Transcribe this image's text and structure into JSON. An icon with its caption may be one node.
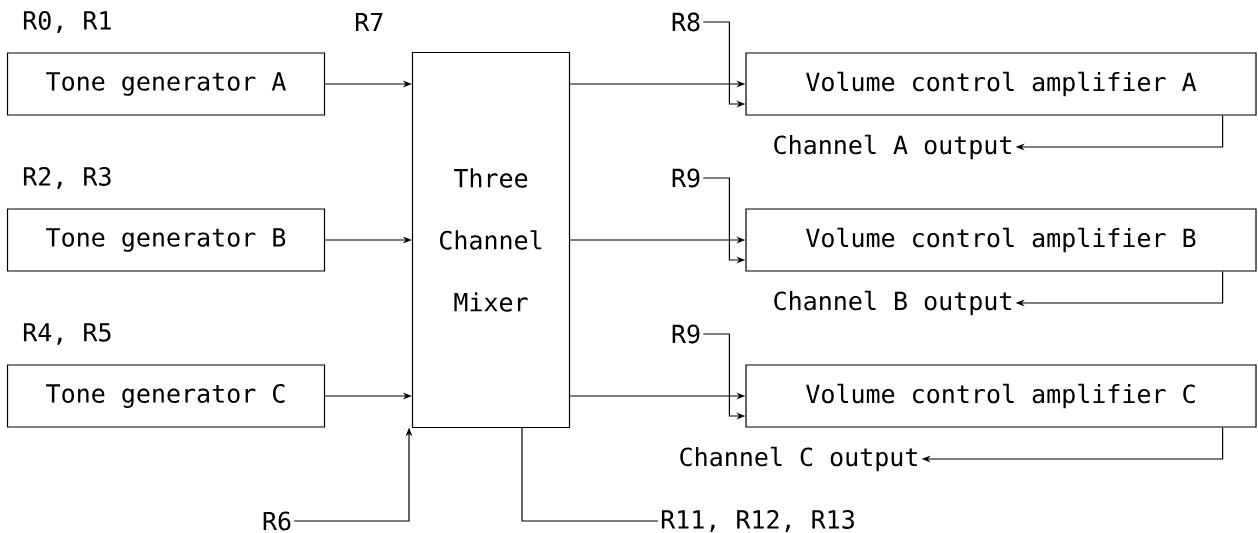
{
  "diagram": {
    "nodes": [
      {
        "text": [
          "Tone generator A"
        ],
        "beside": [
          "R0, R1"
        ]
      },
      {
        "text": [
          "Tone generator B"
        ],
        "beside": [
          "R2, R3"
        ]
      },
      {
        "text": [
          "Tone generator C"
        ],
        "beside": [
          "R4, R5"
        ]
      },
      {
        "text": [
          "Three Channel Mixer"
        ],
        "beside": [
          "R7"
        ]
      },
      {
        "text": [
          "Volume control amplifier A"
        ]
      },
      {
        "text": [
          "Volume control amplifier B"
        ]
      },
      {
        "text": [
          "Volume control amplifier C"
        ]
      },
      {
        "text": [
          "Channel A output"
        ]
      },
      {
        "text": [
          "Channel B output"
        ]
      },
      {
        "text": [
          "Channel C output"
        ]
      },
      {
        "text": [
          "R6"
        ]
      },
      {
        "text": [
          "R11, R12, R13"
        ]
      },
      {
        "text": [
          "R8"
        ]
      },
      {
        "text": [
          "R9"
        ]
      },
      {
        "text": [
          "R9"
        ]
      }
    ],
    "edges": [
      {
        "from": 0,
        "to": 3,
        "arrow": "to"
      },
      {
        "from": 1,
        "to": 3,
        "arrow": "to"
      },
      {
        "from": 2,
        "to": 3,
        "arrow": "to"
      },
      {
        "from": 3,
        "to": 4,
        "arrow": "to"
      },
      {
        "from": 3,
        "to": 5,
        "arrow": "to"
      },
      {
        "from": 3,
        "to": 6,
        "arrow": "to"
      },
      {
        "from": 4,
        "to": 7,
        "arrow": "to"
      },
      {
        "from": 5,
        "to": 8,
        "arrow": "to"
      },
      {
        "from": 6,
        "to": 9,
        "arrow": "to"
      },
      {
        "from": 12,
        "to": 4,
        "arrow": "to"
      },
      {
        "from": 13,
        "to": 5,
        "arrow": "to"
      },
      {
        "from": 14,
        "to": 6,
        "arrow": "to"
      },
      {
        "from": 10,
        "to": 3,
        "arrow": "to"
      },
      {
        "from": 3,
        "to": 11,
        "arrow": "none"
      }
    ]
  }
}
